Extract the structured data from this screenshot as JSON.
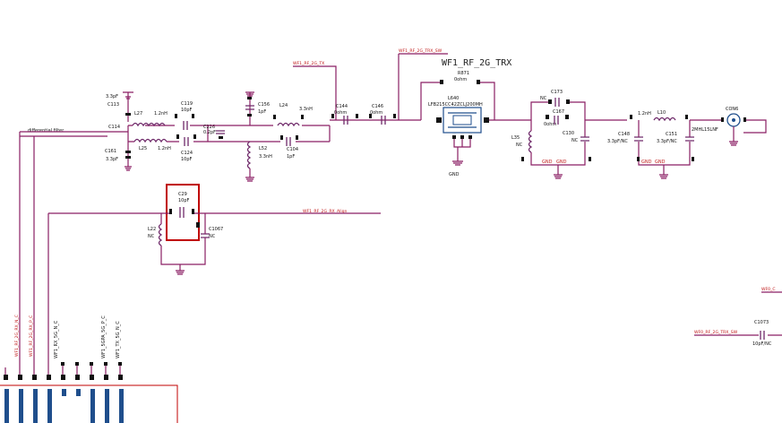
{
  "title": "WF1_RF_2G_TRX",
  "labels": {
    "differential_filter": "differential filter",
    "c113": "C113",
    "c113_val": "3.3pF",
    "c114": "C114",
    "c161": "C161",
    "c161_val": "3.3pF",
    "l27": "L27",
    "l27_val": "1.2nH",
    "l25": "L25",
    "l25_val": "1.2nH",
    "c119": "C119",
    "c119_val": "10pF",
    "c124": "C124",
    "c124_val": "10pF",
    "c226": "C226",
    "c226_val": "0.2pF",
    "c156": "C156",
    "c156_val": "1pF",
    "l24": "L24",
    "l24_val": "3.3nH",
    "l52": "L52",
    "l52_val": "3.3nH",
    "c104": "C104",
    "c104_val": "1pF",
    "c144": "C144",
    "c144_val": "0ohm",
    "c146": "C146",
    "c146_val": "0ohm",
    "r871": "R871",
    "r871_val": "0ohm",
    "l640": "L640",
    "l640_part": "LFB215CC42ZCLJ200MH",
    "gnd": "GND",
    "c173": "C173",
    "c173_nc": "NC",
    "c167": "C167",
    "c167_val": "0ohm",
    "l35": "L35",
    "l35_nc": "NC",
    "c130": "C130",
    "c130_nc": "NC",
    "c148": "C148",
    "c148_val": "3.3pF/NC",
    "l10": "L10",
    "l10_val": "1.2nH",
    "c151": "C151",
    "c151_val": "3.3pF/NC",
    "con6": "CON6",
    "con6_part": "2MHL15LNF",
    "c29": "C29",
    "c29_val": "10pF",
    "l22": "L22",
    "l22_nc": "NC",
    "c1067": "C1067",
    "c1067_nc": "NC",
    "c1073": "C1073",
    "c1073_val": "10pF/NC",
    "gnd_a": "GND",
    "gnd_b": "GND",
    "gnd_c": "GND",
    "gnd_d": "GND"
  },
  "nets": {
    "wf1_rf_2g_tx": "WF1_RF_2G_TX",
    "wf1_rf_2g_trx_sw": "WF1_RF_2G_TRX_SW",
    "wf1_rf_2g_rx_align": "WF1_RF_2G_RX_Align",
    "wf1_rf_2g_rx_n": "WF1_RF_2G_RX_N_C",
    "wf1_rf_2g_rx_p": "WF1_RF_2G_RX_P_C",
    "wf1_rx_5g_n": "WF1_RX_5G_N_C",
    "wf1_5gpa_5g_p": "WF1_5GPA_5G_P_C",
    "wf1_tx_5g_n": "WF1_TX_5G_N_C",
    "wf0_rf_2g_trx_sw": "WF0_RF_2G_TRX_SW",
    "right_edge": "WF0_C"
  },
  "colors": {
    "wire": "#8a1e63",
    "net_label": "#c01818",
    "highlight": "#c00000",
    "block": "#1f4e8c"
  }
}
